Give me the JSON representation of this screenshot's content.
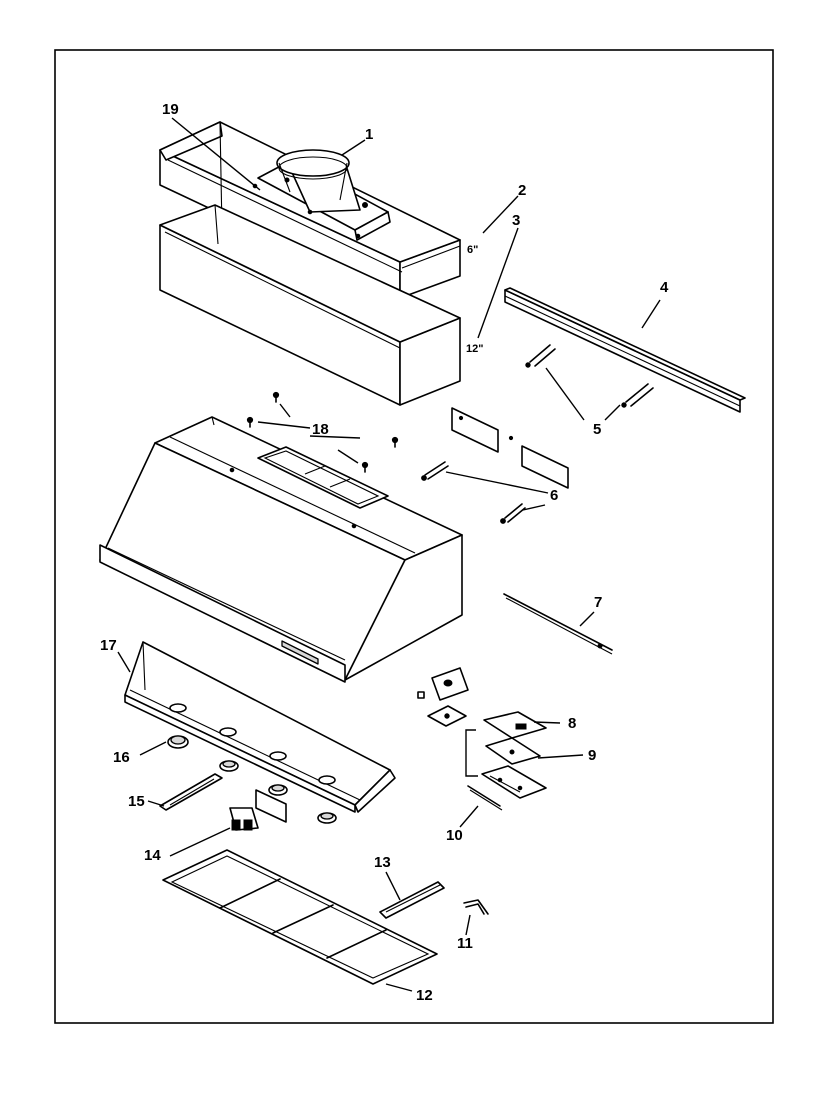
{
  "callouts": [
    {
      "id": "1",
      "text": "1"
    },
    {
      "id": "2",
      "text": "2"
    },
    {
      "id": "3",
      "text": "3"
    },
    {
      "id": "4",
      "text": "4"
    },
    {
      "id": "5",
      "text": "5"
    },
    {
      "id": "6",
      "text": "6"
    },
    {
      "id": "7",
      "text": "7"
    },
    {
      "id": "8",
      "text": "8"
    },
    {
      "id": "9",
      "text": "9"
    },
    {
      "id": "10",
      "text": "10"
    },
    {
      "id": "11",
      "text": "11"
    },
    {
      "id": "12",
      "text": "12"
    },
    {
      "id": "13",
      "text": "13"
    },
    {
      "id": "14",
      "text": "14"
    },
    {
      "id": "15",
      "text": "15"
    },
    {
      "id": "16",
      "text": "16"
    },
    {
      "id": "17",
      "text": "17"
    },
    {
      "id": "18",
      "text": "18"
    },
    {
      "id": "19",
      "text": "19"
    }
  ],
  "dimensions": {
    "six_inch": "6\"",
    "twelve_inch": "12\""
  }
}
